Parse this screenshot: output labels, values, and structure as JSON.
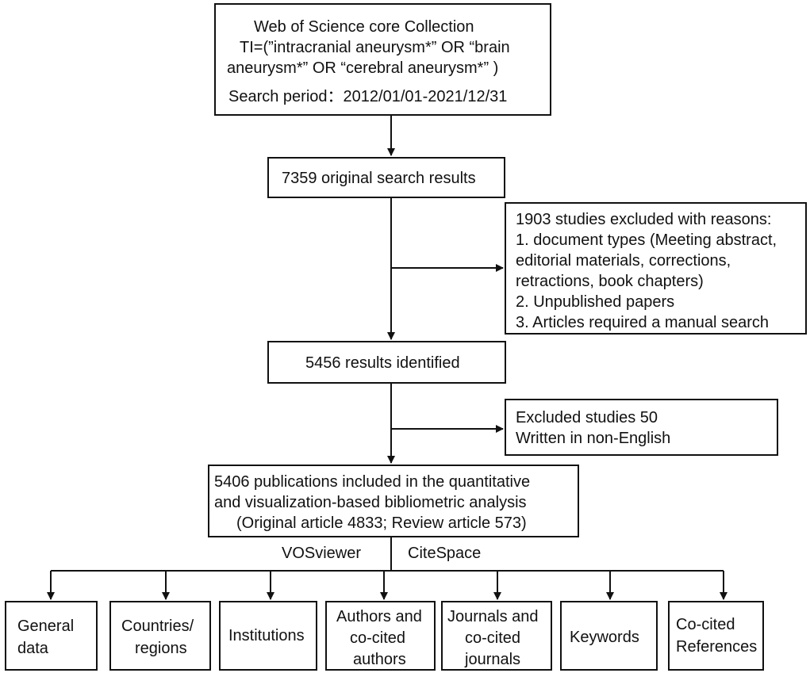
{
  "search_box": {
    "line1": "Web of Science core Collection",
    "line2": "TI=(”intracranial aneurysm*” OR “brain",
    "line3": "aneurysm*” OR “cerebral aneurysm*” )",
    "line4": "Search period：2012/01/01-2021/12/31"
  },
  "original_results": "7359 original search results",
  "exclusion1": {
    "line1": "1903 studies excluded with reasons:",
    "line2": "1. document types (Meeting abstract,",
    "line3": "editorial materials, corrections,",
    "line4": "retractions, book chapters)",
    "line5": "2. Unpublished papers",
    "line6": "3. Articles required a manual search"
  },
  "identified": "5456  results identified",
  "exclusion2": {
    "line1": "Excluded studies 50",
    "line2": "Written in non-English"
  },
  "included": {
    "line1": "5406 publications included in the quantitative",
    "line2": "and visualization-based bibliometric analysis",
    "line3": "(Original article 4833; Review article 573)"
  },
  "tools": {
    "left": "VOSviewer",
    "right": "CiteSpace"
  },
  "categories": {
    "general": [
      "General",
      "data"
    ],
    "countries": [
      "Countries/",
      "regions"
    ],
    "institutions": [
      "Institutions"
    ],
    "authors": [
      "Authors and",
      "co-cited",
      "authors"
    ],
    "journals": [
      "Journals and",
      "co-cited",
      "journals"
    ],
    "keywords": [
      "Keywords"
    ],
    "references": [
      "Co-cited",
      "References"
    ]
  }
}
